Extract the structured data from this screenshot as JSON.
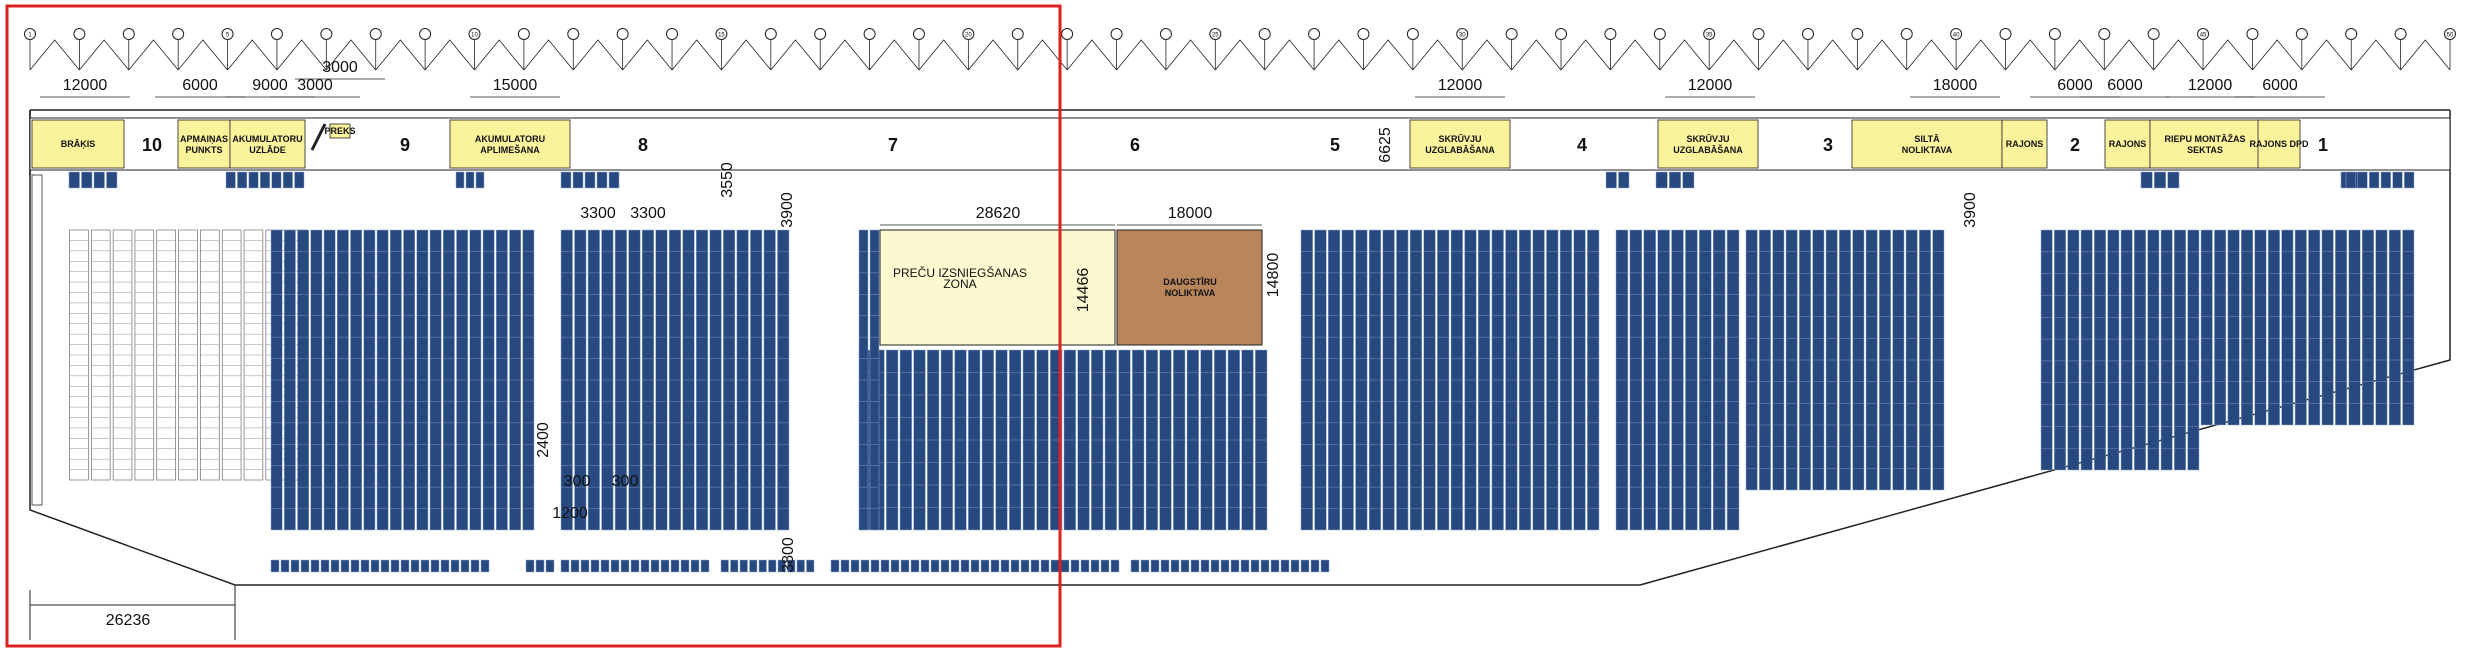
{
  "colors": {
    "rack_fill": "#27497f",
    "rack_line": "#8fa7cf",
    "zone_yellow": "#fbf39c",
    "zone_cream": "#fcf8d0",
    "zone_brown": "#b8865a",
    "highlight": "#dd2020",
    "line": "#222222"
  },
  "grid_numbers": [
    "1",
    "5",
    "10",
    "15",
    "20",
    "25",
    "30",
    "35",
    "40",
    "45",
    "50"
  ],
  "top_dimensions": [
    "12000",
    "6000",
    "9000",
    "3000",
    "3000",
    "15000",
    "12000",
    "12000",
    "18000",
    "6000",
    "6000",
    "12000",
    "6000"
  ],
  "inner_dimensions": [
    "3300",
    "3300",
    "3550",
    "3900",
    "28620",
    "18000",
    "14466",
    "14800",
    "6625",
    "3900",
    "2400",
    "300",
    "300",
    "1200",
    "3800",
    "26236"
  ],
  "zones": [
    "BRĀĶIS",
    "APMAIŅAS PUNKTS",
    "AKUMULATORU UZLĀDE",
    "PREKS",
    "AKUMULATORU APLIMEŠANA",
    "SKRŪVJU UZGLABĀŠANA",
    "SKRŪVJU UZGLABĀŠANA",
    "SILTĀ NOLIKTAVA",
    "RAJONS",
    "RAJONS",
    "RIEPU MONTĀŽAS SEKTAS",
    "RAJONS DPD",
    "PREČU IZSNIEGŠANAS ZONA",
    "DAUGSTĪRU NOLIKTAVA"
  ],
  "bay_numbers": [
    "10",
    "9",
    "8",
    "7",
    "6",
    "5",
    "4",
    "3",
    "2",
    "1"
  ]
}
